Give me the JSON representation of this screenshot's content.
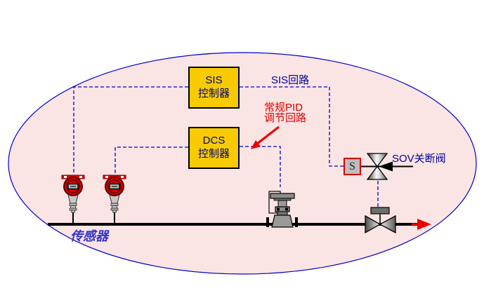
{
  "diagram_title": "SIS-DCS-control-loop-diagram",
  "boxes": {
    "sis": {
      "line1": "SIS",
      "line2": "控制器"
    },
    "dcs": {
      "line1": "DCS",
      "line2": "控制器"
    }
  },
  "labels": {
    "sis_loop": "SIS回路",
    "pid_loop_line1": "常规PID",
    "pid_loop_line2": "调节回路",
    "sov_valve": "SOV关断阀",
    "sensors": "传感器",
    "solenoid": "S"
  },
  "colors": {
    "boundary_fill": "#FBE4E4",
    "boundary_stroke": "#0000CC",
    "controller_box_fill": "#F7CB00",
    "controller_text": "#000082",
    "signal_dashed_line": "#0000CC",
    "loop_label_blue": "#000099",
    "sensor_label_blue": "#3333CC",
    "alert_red": "#E00000",
    "sensor_body_red": "#D40000",
    "solenoid_box_fill": "#BEBEBE",
    "solenoid_box_border": "#DD0000",
    "pipe_black": "#000000"
  },
  "connections": [
    "sensor1-to-sis",
    "sensor2-to-dcs",
    "sis-to-solenoid",
    "dcs-to-control-valve",
    "sov-to-shutoff-valve"
  ]
}
